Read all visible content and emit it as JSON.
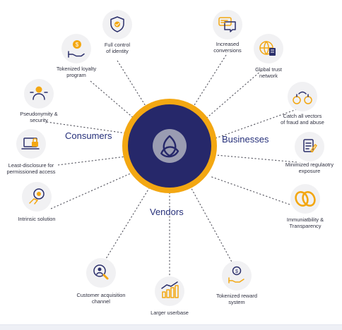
{
  "hub": {
    "groups": {
      "consumers": "Consumers",
      "businesses": "Businesses",
      "vendors": "Vendors"
    }
  },
  "nodes": {
    "full_control": [
      "Full control",
      "of identity"
    ],
    "tokenized_loyalty": [
      "Tokenized loyalty",
      "program"
    ],
    "pseudonymity": [
      "Pseudonymity &",
      "security"
    ],
    "least_disclosure": [
      "Least-disclosure for",
      "permissioned access"
    ],
    "intrinsic": [
      "Intrinsic solution"
    ],
    "increased_conversions": [
      "Increased",
      "conversions"
    ],
    "global_trust": [
      "Global trust",
      "network"
    ],
    "catch_fraud": [
      "Catch all vectors",
      "of fraud and abuse"
    ],
    "minimized_exposure": [
      "Minimized regulaotry",
      "exposure"
    ],
    "immutability": [
      "Immuniatbility &",
      "Transparency"
    ],
    "customer_acquisition": [
      "Customer acquisition",
      "channel"
    ],
    "larger_userbase": [
      "Larger userbase"
    ],
    "tokenized_reward": [
      "Tokenized reward",
      "system"
    ]
  },
  "colors": {
    "ring": "#f3a712",
    "hub": "#26286a",
    "accent_navy": "#2b2f6b",
    "node_bg": "#f1f1f3"
  }
}
